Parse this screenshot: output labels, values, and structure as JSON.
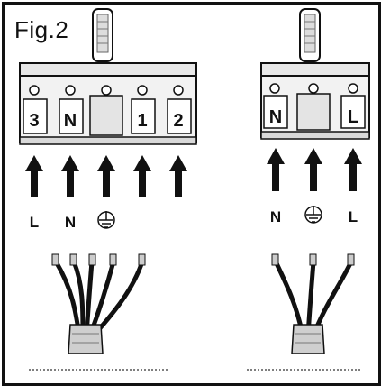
{
  "figure": {
    "label": "Fig.2"
  },
  "colors": {
    "outline": "#111111",
    "block_fill": "#f2f2f2",
    "wire": "#111111",
    "sleeve": "#cfcfcf"
  },
  "left_block": {
    "terminals": [
      "3",
      "N",
      "",
      "1",
      "2"
    ],
    "wires": [
      "L",
      "N",
      "earth-icon",
      "",
      ""
    ]
  },
  "right_block": {
    "terminals": [
      "N",
      "",
      "L"
    ],
    "wires": [
      "N",
      "earth-icon",
      "L"
    ]
  }
}
